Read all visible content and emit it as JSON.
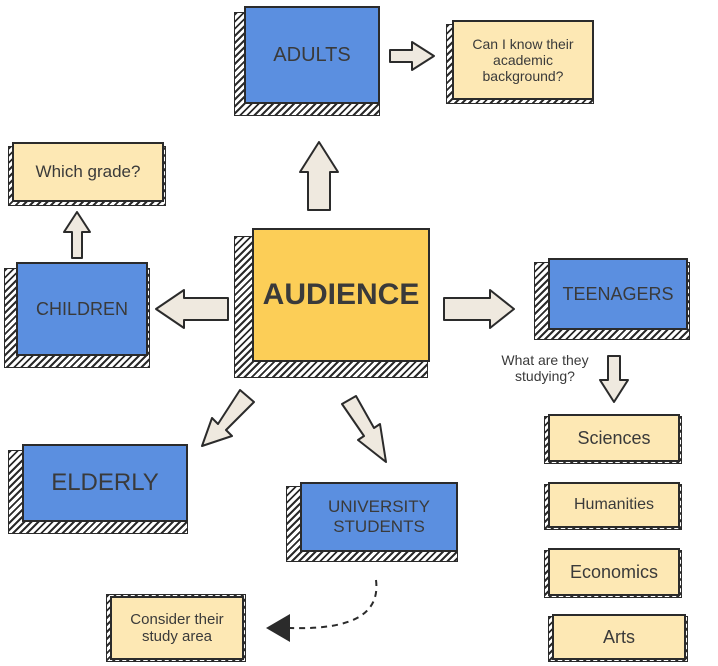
{
  "center": {
    "label": "AUDIENCE"
  },
  "nodes": {
    "adults": "ADULTS",
    "children": "CHILDREN",
    "teenagers": "TEENAGERS",
    "elderly": "ELDERLY",
    "university": "UNIVERSITY STUDENTS"
  },
  "notes": {
    "adults_note": "Can I know their academic background?",
    "children_note": "Which grade?",
    "teen_question": "What are they studying?",
    "university_note": "Consider their study area"
  },
  "subjects": [
    "Sciences",
    "Humanities",
    "Economics",
    "Arts"
  ],
  "colors": {
    "blue": "#5b8fe0",
    "cream": "#fde8b4",
    "gold": "#fcce57",
    "arrow": "#efe9df"
  }
}
